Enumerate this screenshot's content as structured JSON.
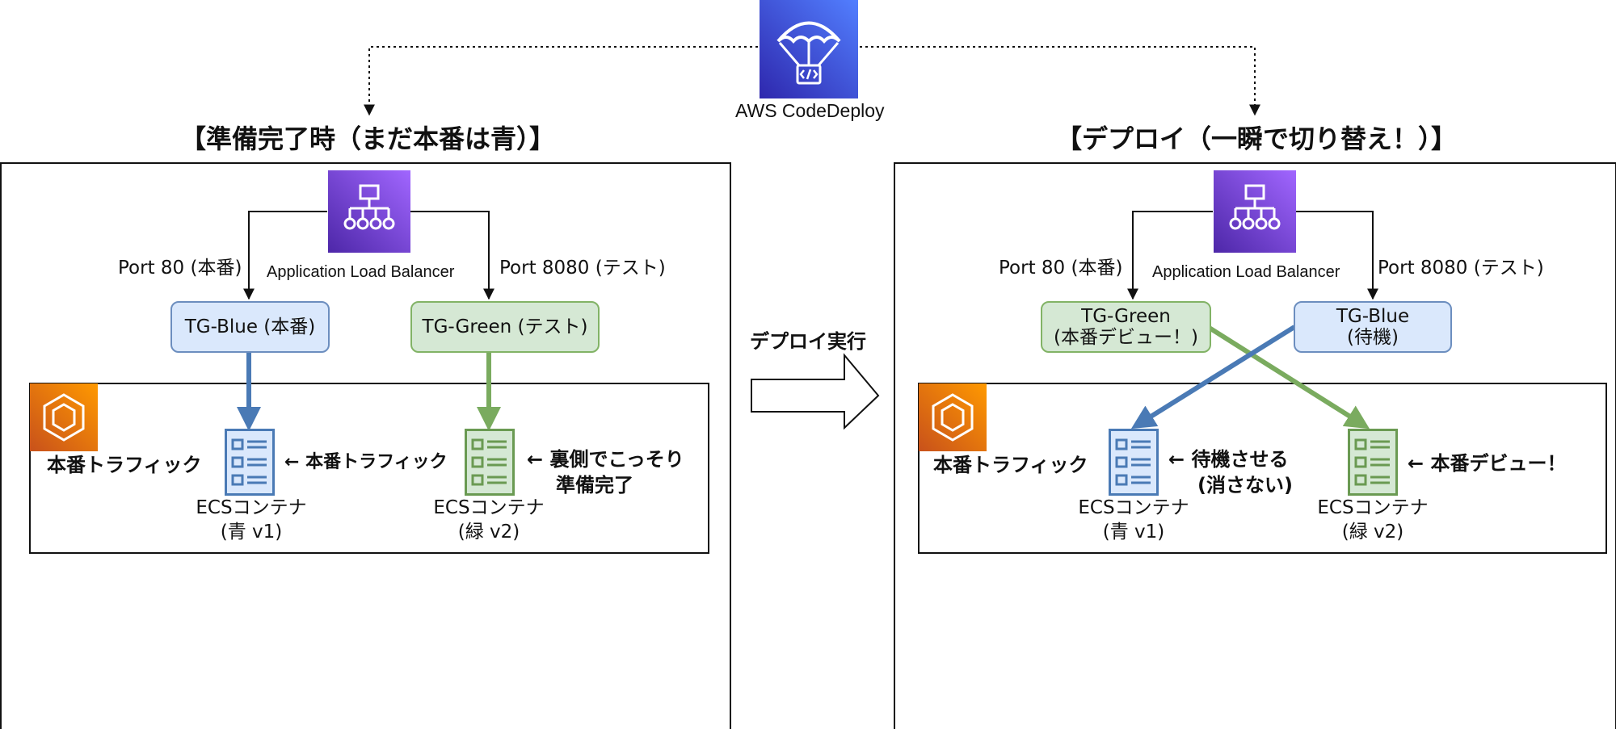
{
  "codedeploy": {
    "label": "AWS CodeDeploy",
    "icon": "codedeploy-parachute-icon"
  },
  "left_panel": {
    "title": "【準備完了時（まだ本番は青）】",
    "alb_label": "Application Load Balancer",
    "port80_label": "Port 80 (本番)",
    "port8080_label": "Port 8080 (テスト)",
    "tg_blue": "TG-Blue (本番)",
    "tg_green": "TG-Green (テスト)",
    "traffic_label": "本番トラフィック",
    "arrow_note": "← 本番トラフィック",
    "green_note_line1": "← 裏側でこっそり",
    "green_note_line2": "準備完了",
    "ecs_blue_line1": "ECSコンテナ",
    "ecs_blue_line2": "(青 v1)",
    "ecs_green_line1": "ECSコンテナ",
    "ecs_green_line2": "(緑 v2)"
  },
  "transition": {
    "label": "デプロイ実行"
  },
  "right_panel": {
    "title": "【デプロイ（一瞬で切り替え！）】",
    "alb_label": "Application Load Balancer",
    "port80_label": "Port 80 (本番)",
    "port8080_label": "Port 8080 (テスト)",
    "tg_green_line1": "TG-Green",
    "tg_green_line2": "(本番デビュー！)",
    "tg_blue_line1": "TG-Blue",
    "tg_blue_line2": "(待機)",
    "traffic_label": "本番トラフィック",
    "standby_note_line1": "← 待機させる",
    "standby_note_line2": "(消さない)",
    "debut_note": "← 本番デビュー！",
    "ecs_blue_line1": "ECSコンテナ",
    "ecs_blue_line2": "(青 v1)",
    "ecs_green_line1": "ECSコンテナ",
    "ecs_green_line2": "(緑 v2)"
  },
  "colors": {
    "blue_fill": "#dae8fc",
    "blue_stroke": "#6c8ebf",
    "blue_arrow": "#4a7ab5",
    "green_fill": "#d5e8d4",
    "green_stroke": "#82b366",
    "green_arrow": "#7aab5f",
    "alb_purple": "#8c4fff",
    "codedeploy_blue": "#3f5bff",
    "ecs_orange": "#ed7100"
  }
}
